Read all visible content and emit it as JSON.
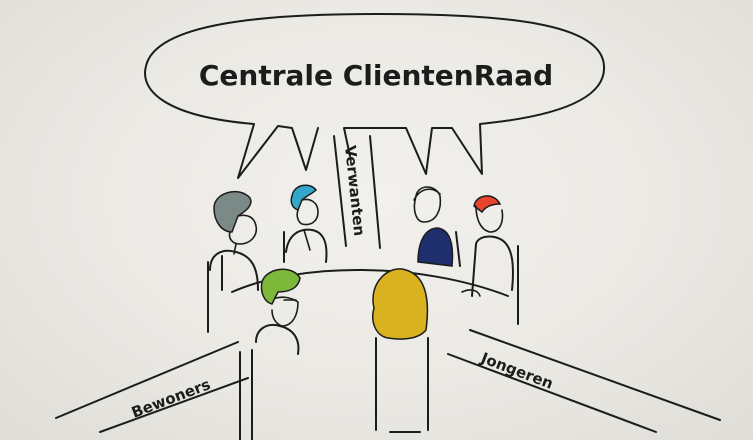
{
  "title": "Centrale ClientenRaad",
  "labels": {
    "left": "Bewoners",
    "middle": "Verwanten",
    "right": "Jongeren"
  },
  "colors": {
    "background": "#ebe9e4",
    "ink": "#1c1c1c",
    "hair_gray": "#7b8a86",
    "hair_cyan": "#33a7c9",
    "hair_red": "#e8452f",
    "hair_green": "#7cb83a",
    "hair_yellow": "#d8b21f",
    "shirt_navy": "#1f2f6d"
  }
}
